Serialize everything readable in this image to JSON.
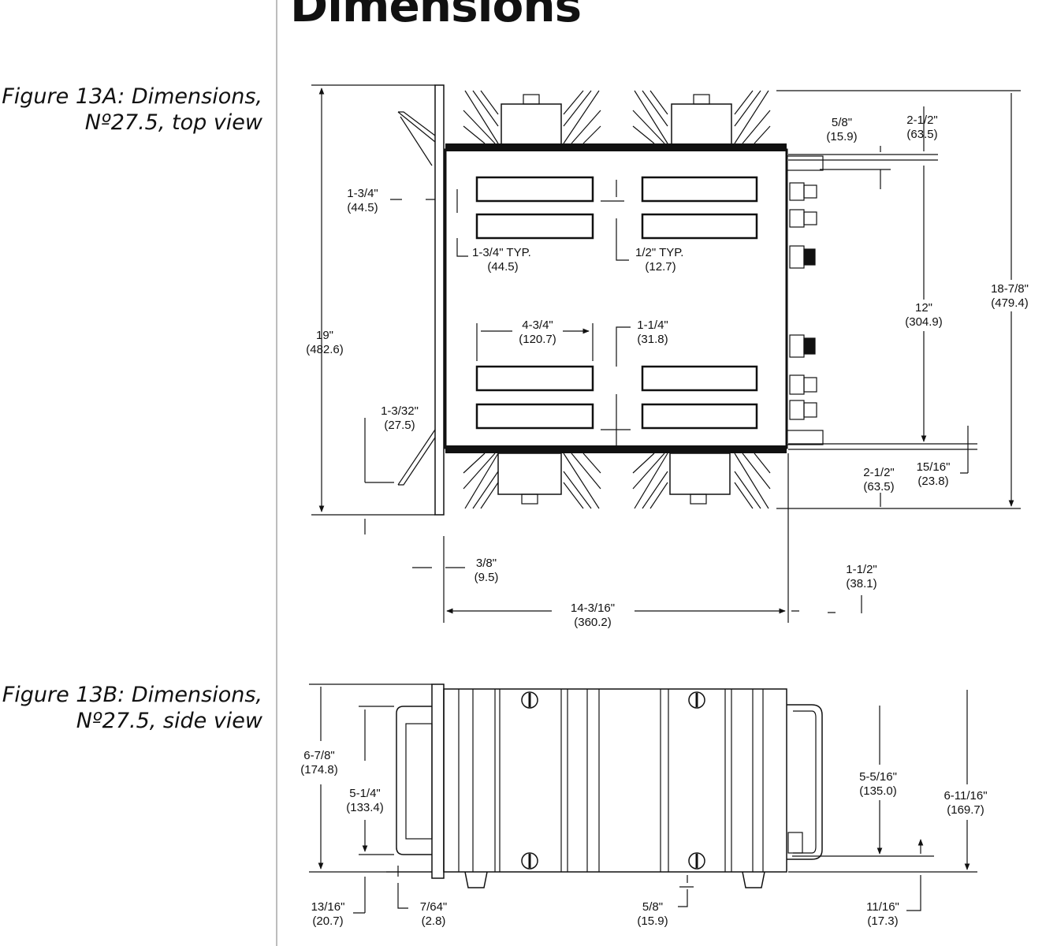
{
  "page": {
    "title": "Dimensions"
  },
  "figures": {
    "a": {
      "caption_line1": "Figure 13A: Dimensions,",
      "caption_line2": "Nº27.5, top view",
      "dims": {
        "total_height_in": "19\"",
        "total_height_mm": "(482.6)",
        "ear_offset_in": "1-3/4\"",
        "ear_offset_mm": "(44.5)",
        "handle_in": "1-3/32\"",
        "handle_mm": "(27.5)",
        "panel_thk_in": "3/8\"",
        "panel_thk_mm": "(9.5)",
        "depth_in": "14-3/16\"",
        "depth_mm": "(360.2)",
        "rear_ext_in": "1-1/2\"",
        "rear_ext_mm": "(38.1)",
        "slot_pitch_in": "1-3/4\" TYP.",
        "slot_pitch_mm": "(44.5)",
        "slot_gap_in": "1/2\" TYP.",
        "slot_gap_mm": "(12.7)",
        "slot_w_in": "4-3/4\"",
        "slot_w_mm": "(120.7)",
        "slot_h_in": "1-1/4\"",
        "slot_h_mm": "(31.8)",
        "top_conn_in": "5/8\"",
        "top_conn_mm": "(15.9)",
        "top_sink_in": "2-1/2\"",
        "top_sink_mm": "(63.5)",
        "chassis_in": "12\"",
        "chassis_mm": "(304.9)",
        "overall_in": "18-7/8\"",
        "overall_mm": "(479.4)",
        "bot_sink_in": "2-1/2\"",
        "bot_sink_mm": "(63.5)",
        "bot_conn_in": "15/16\"",
        "bot_conn_mm": "(23.8)"
      }
    },
    "b": {
      "caption_line1": "Figure 13B: Dimensions,",
      "caption_line2": "Nº27.5, side view",
      "dims": {
        "panel_h_in": "6-7/8\"",
        "panel_h_mm": "(174.8)",
        "handle_h_in": "5-1/4\"",
        "handle_h_mm": "(133.4)",
        "foot_in": "13/16\"",
        "foot_mm": "(20.7)",
        "lip_in": "7/64\"",
        "lip_mm": "(2.8)",
        "feet_in": "5/8\"",
        "feet_mm": "(15.9)",
        "conn_h_in": "5-5/16\"",
        "conn_h_mm": "(135.0)",
        "body_h_in": "6-11/16\"",
        "body_h_mm": "(169.7)",
        "rear_in": "11/16\"",
        "rear_mm": "(17.3)"
      }
    }
  }
}
